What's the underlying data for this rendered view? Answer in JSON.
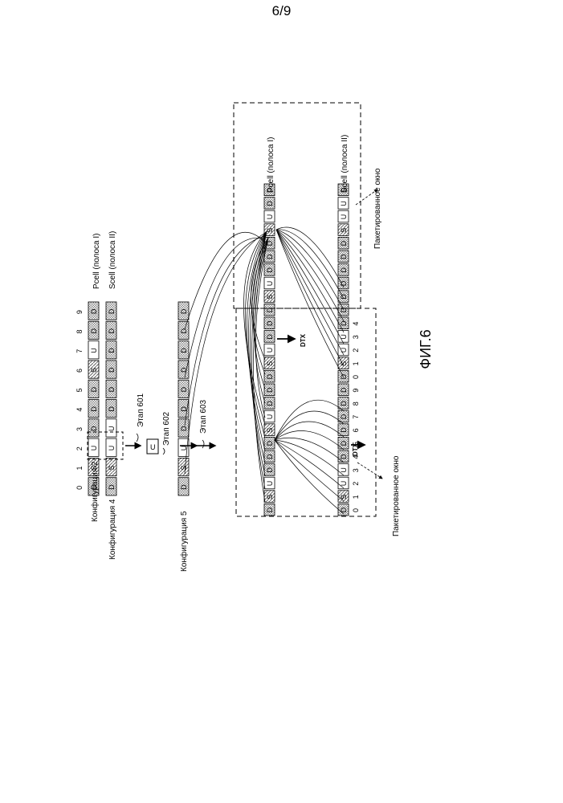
{
  "page": {
    "number": "6/9"
  },
  "figure": {
    "caption": "ФИГ.6"
  },
  "subframe_indices": [
    "0",
    "1",
    "2",
    "3",
    "4",
    "5",
    "6",
    "7",
    "8",
    "9"
  ],
  "window2_indices": [
    "0",
    "1",
    "2",
    "3",
    "4"
  ],
  "configs": {
    "conf2": {
      "label": "Конфигурация 2",
      "pattern": [
        "D",
        "S",
        "U",
        "D",
        "D",
        "D",
        "S",
        "U",
        "D",
        "D"
      ]
    },
    "conf4": {
      "label": "Конфигурация 4",
      "pattern": [
        "D",
        "S",
        "U",
        "U",
        "D",
        "D",
        "D",
        "D",
        "D",
        "D"
      ]
    },
    "conf5": {
      "label": "Конфигурация 5",
      "pattern": [
        "D",
        "S",
        "U",
        "D",
        "D",
        "D",
        "D",
        "D",
        "D",
        "D"
      ]
    }
  },
  "cells": {
    "pcell": "Pcell (полоса I)",
    "scell": "Scell (полоса II)"
  },
  "steps": {
    "s601": "Этап 601",
    "s602": "Этап 602",
    "s603": "Этап 603"
  },
  "single_u": "U",
  "dtx": "DTX",
  "window_label": "Пакетированное окно",
  "colors": {
    "shade": "#d9d9d9",
    "line": "#000000"
  }
}
